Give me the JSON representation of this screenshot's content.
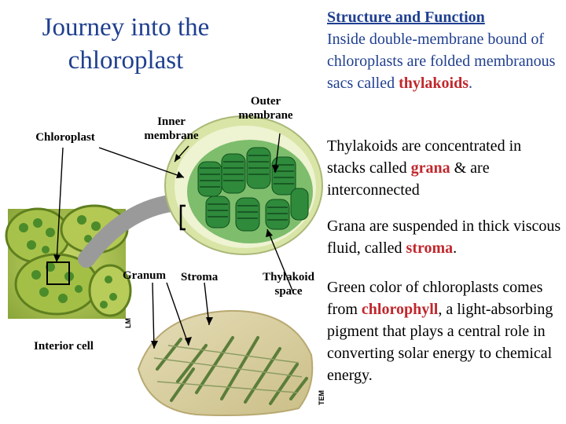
{
  "title": "Journey into the chloroplast",
  "labels": {
    "chloroplast": "Chloroplast",
    "inner_membrane": "Inner membrane",
    "outer_membrane": "Outer membrane",
    "granum": "Granum",
    "stroma": "Stroma",
    "thylakoid_space": "Thylakoid space",
    "interior_cell": "Interior cell",
    "lm_tag": "LM",
    "tem_tag": "TEM"
  },
  "text": {
    "heading": "Structure and Function",
    "p1_a": "Inside double-membrane bound of chloroplasts are folded membranous sacs called",
    "p1_term": "thylakoids",
    "p1_end": ".",
    "p2_a": "Thylakoids are concentrated in stacks called",
    "p2_term": "grana",
    "p2_b": "& are interconnected",
    "p3_a": "Grana are suspended in thick viscous fluid, called",
    "p3_term": "stroma",
    "p3_end": ".",
    "p4_a": "Green color of chloroplasts comes from",
    "p4_term": "chlorophyll",
    "p4_b": ", a light-absorbing pigment that plays a central role in converting solar energy to chemical energy."
  },
  "colors": {
    "title": "#1f3f8f",
    "term": "#c0282d"
  }
}
